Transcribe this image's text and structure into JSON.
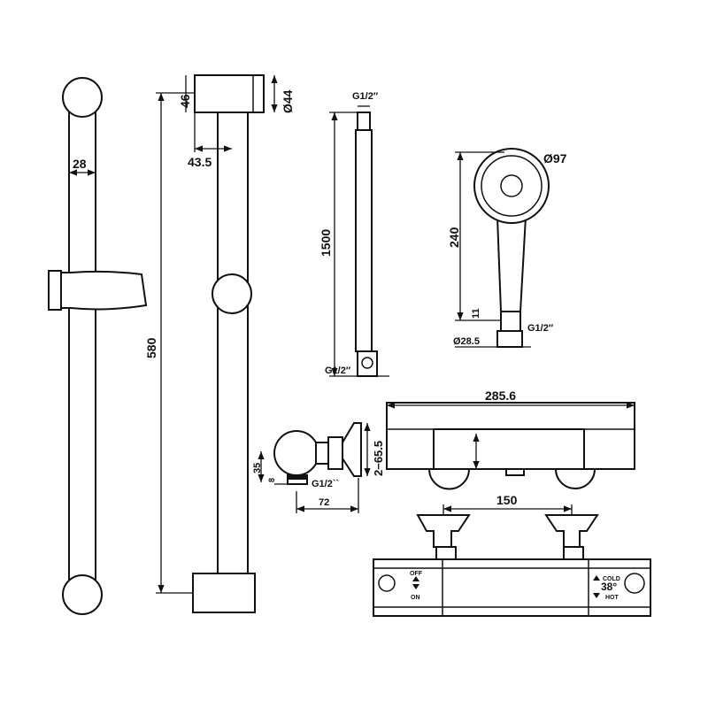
{
  "title": "Thermostatic shower set dimension drawing",
  "dimensions": {
    "rail_diameter": "28",
    "bracket_height": "46",
    "bracket_diameter": "Ø44",
    "bracket_offset": "43.5",
    "rail_length": "580",
    "hose_thread_top": "G1/2″",
    "hose_length": "1500",
    "hose_thread_bottom": "G1/2″",
    "head_diameter": "Ø97",
    "handshower_length": "240",
    "handle_end": "11",
    "handle_thread": "G1/2″",
    "handle_diameter": "Ø28.5",
    "valve_length": "285.6",
    "flange_depth": "2−65.5",
    "side_height": "35",
    "outlet_depth": "8",
    "outlet_thread": "G1/2``",
    "side_projection": "72",
    "inlet_centers": "150"
  },
  "valve_labels": {
    "off": "OFF",
    "on": "ON",
    "cold": "COLD",
    "temperature": "38°",
    "hot": "HOT"
  }
}
